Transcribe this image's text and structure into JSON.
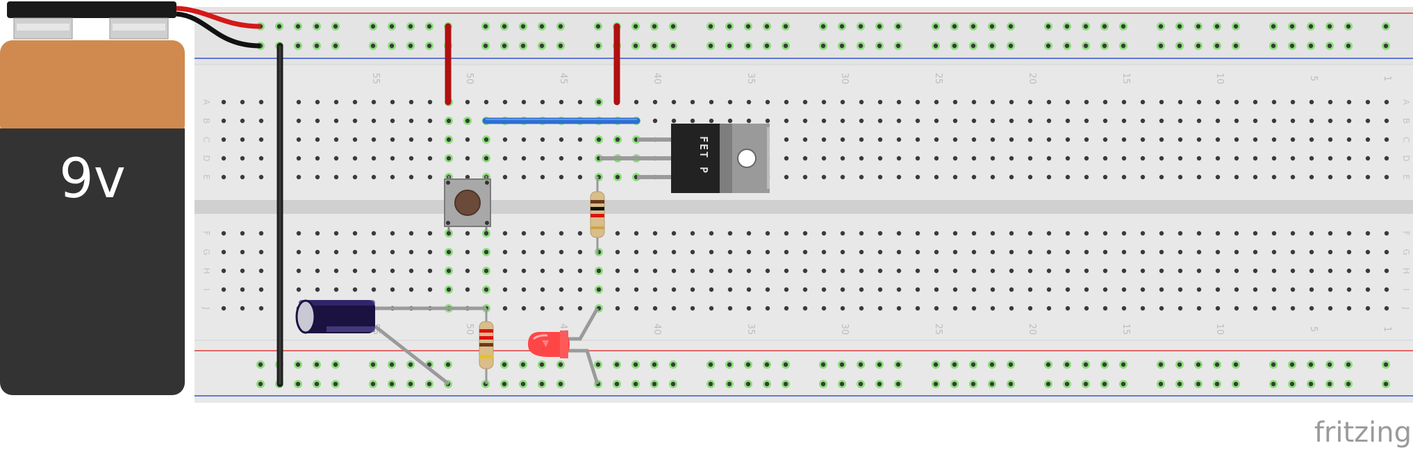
{
  "battery": {
    "label": "9v"
  },
  "breadboard": {
    "column_numbers": [
      "55",
      "50",
      "45",
      "40",
      "35",
      "30",
      "25",
      "20",
      "15",
      "10",
      "5",
      "1"
    ],
    "row_letters_top": [
      "A",
      "B",
      "C",
      "D",
      "E"
    ],
    "row_letters_bottom": [
      "F",
      "G",
      "H",
      "I",
      "J"
    ]
  },
  "transistor": {
    "label": "FET P"
  },
  "branding": {
    "label": "fritzing"
  },
  "colors": {
    "board": "#e6e6e6",
    "rail_red": "#e03a3a",
    "rail_blue": "#3355cc",
    "wire_red": "#c41010",
    "wire_black": "#222222",
    "wire_blue": "#2b6fd0",
    "leg_gray": "#9a9a9a",
    "led": "#ff4a4a",
    "capacitor": "#1a1240",
    "connected_hole": "#7fd86f"
  }
}
